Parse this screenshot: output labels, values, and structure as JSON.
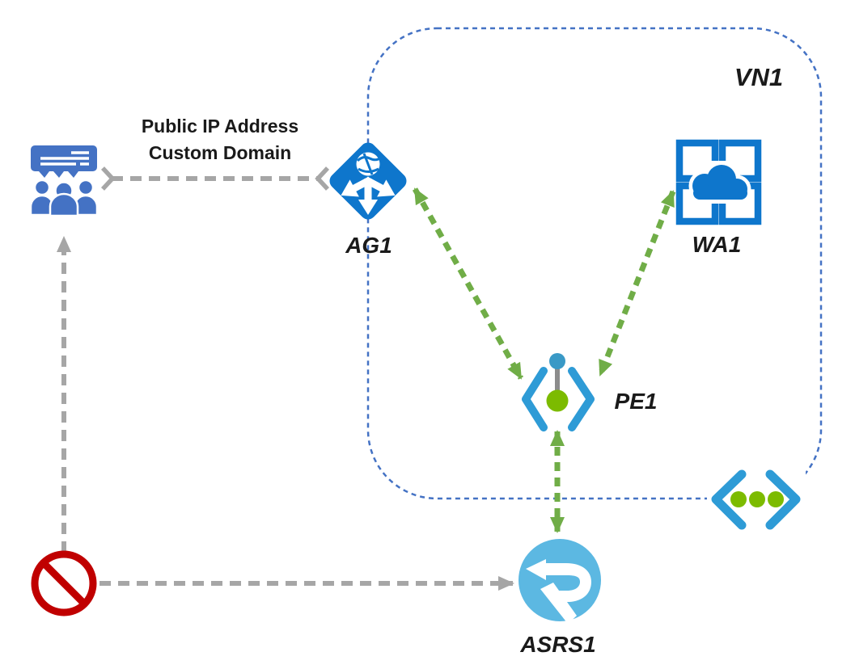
{
  "diagram": {
    "type": "azure-architecture-diagram",
    "background": "#ffffff",
    "vnet": {
      "label": "VN1",
      "border_color": "#4472C4",
      "border_style": "dashed"
    },
    "annotation": {
      "line1": "Public IP Address",
      "line2": "Custom Domain"
    },
    "nodes": {
      "users": {
        "label": "",
        "icon": "audience-icon",
        "color": "#4472C4"
      },
      "app_gateway": {
        "label": "AG1",
        "icon": "application-gateway-icon",
        "color": "#0E76CC"
      },
      "web_app": {
        "label": "WA1",
        "icon": "web-app-icon",
        "color": "#0E76CC"
      },
      "private_endpoint": {
        "label": "PE1",
        "icon": "private-endpoint-icon",
        "color": "#2E9BD6"
      },
      "signalr": {
        "label": "ASRS1",
        "icon": "signalr-service-icon",
        "color": "#5CB8E2"
      },
      "private_link": {
        "label": "",
        "icon": "private-link-icon",
        "color": "#2E9BD6"
      },
      "blocked": {
        "label": "",
        "icon": "prohibited-icon",
        "color": "#C00000"
      }
    },
    "edges": [
      {
        "from": "users",
        "to": "app_gateway",
        "style": "dashed",
        "color": "#A6A6A6",
        "arrows": "both",
        "head": "open-chevron"
      },
      {
        "from": "app_gateway",
        "to": "private_endpoint",
        "style": "dashed",
        "color": "#70AD47",
        "arrows": "both",
        "head": "filled-triangle"
      },
      {
        "from": "web_app",
        "to": "private_endpoint",
        "style": "dashed",
        "color": "#70AD47",
        "arrows": "both",
        "head": "filled-triangle"
      },
      {
        "from": "private_endpoint",
        "to": "signalr",
        "style": "dashed",
        "color": "#70AD47",
        "arrows": "both",
        "head": "filled-triangle"
      },
      {
        "from": "blocked",
        "to": "users",
        "style": "dashed",
        "color": "#A6A6A6",
        "arrows": "end",
        "head": "filled-triangle"
      },
      {
        "from": "blocked",
        "to": "signalr",
        "style": "dashed",
        "color": "#A6A6A6",
        "arrows": "end",
        "head": "filled-triangle"
      }
    ],
    "colors": {
      "users_blue": "#4472C4",
      "azure_blue": "#0E76CC",
      "bracket_blue": "#2E9BD6",
      "dot_blue": "#3999C6",
      "dot_green": "#7CBB00",
      "arrow_green": "#70AD47",
      "arrow_gray": "#A6A6A6",
      "blocked_red": "#C00000",
      "signalr_blue": "#5CB8E2",
      "vnet_border": "#4472C4"
    }
  }
}
